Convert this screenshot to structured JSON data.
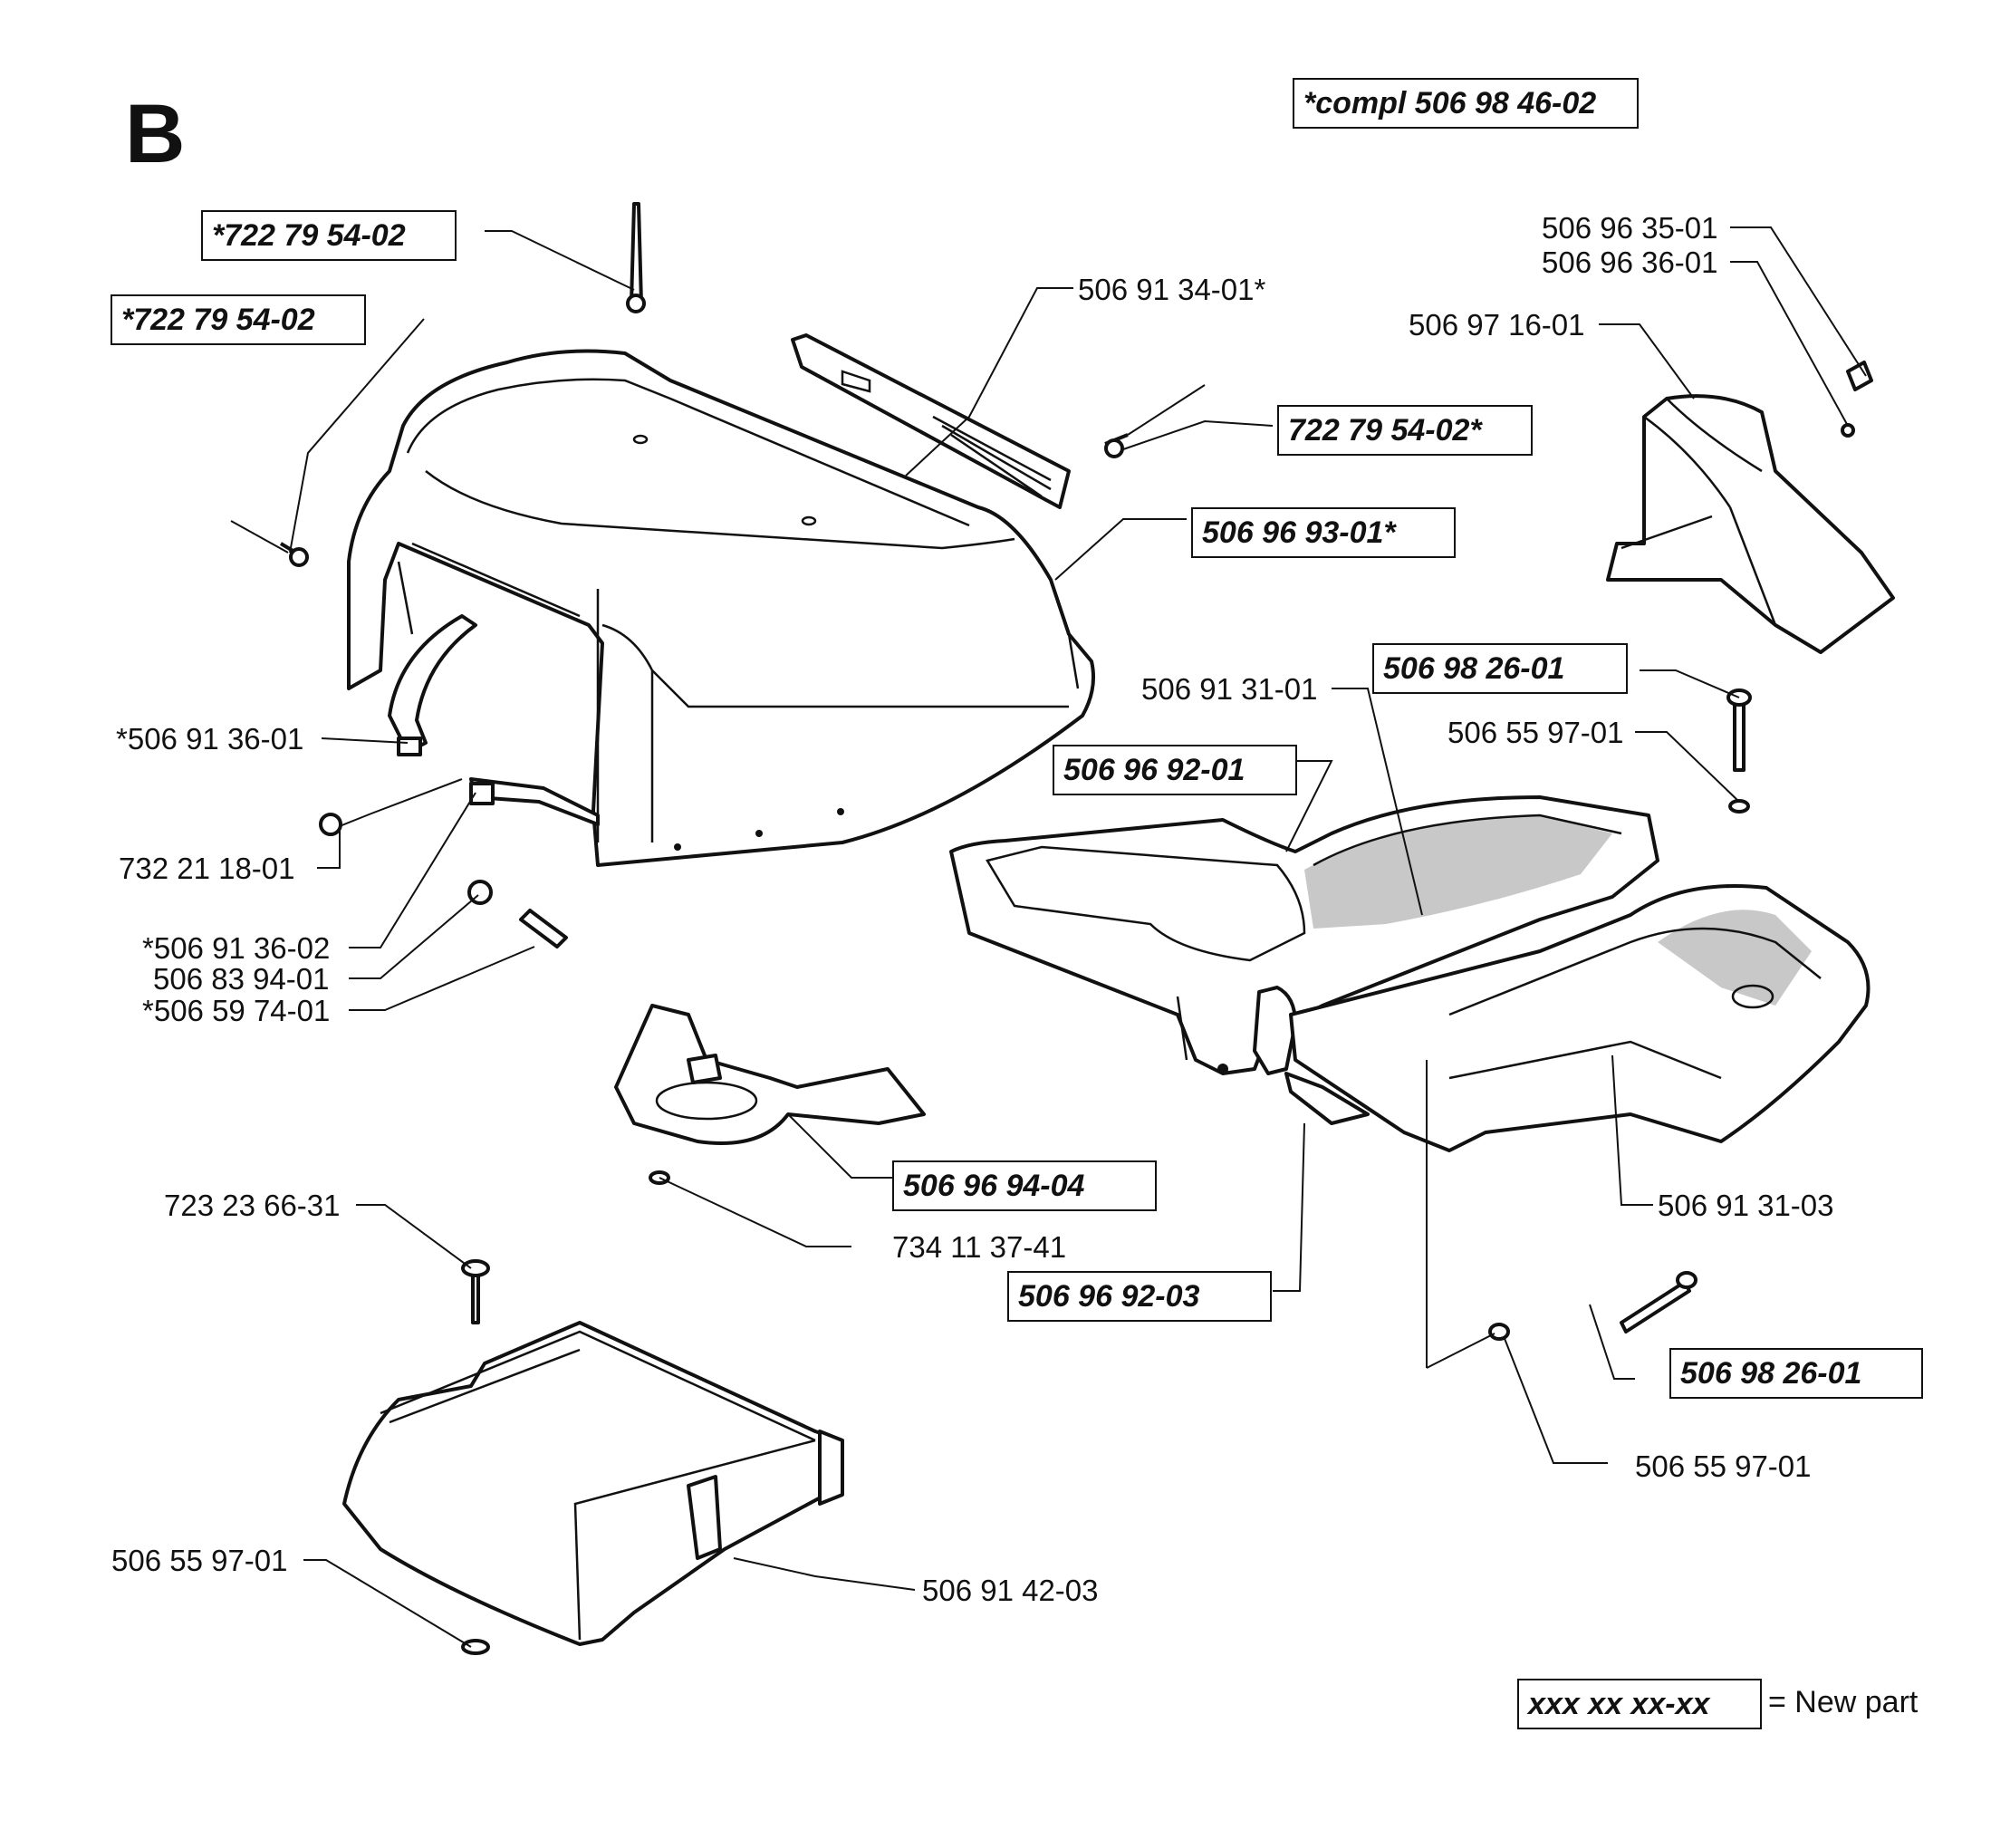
{
  "section_letter": "B",
  "complete_assembly": "*compl 506 98 46-02",
  "labels": {
    "l01": "*722 79 54-02",
    "l02": "*722 79 54-02",
    "l03": "506 91 34-01*",
    "l04": "722 79 54-02*",
    "l05": "506 96 93-01*",
    "l06": "506 96 35-01",
    "l07": "506 96 36-01",
    "l08": "506 97 16-01",
    "l09": "*506 91 36-01",
    "l10": "732 21 18-01",
    "l11": "*506 91 36-02",
    "l12": "506 83 94-01",
    "l13": "*506 59 74-01",
    "l14": "506 91 31-01",
    "l15": "506 98 26-01",
    "l16": "506 55 97-01",
    "l17": "506 96 92-01",
    "l18": "506 96 94-04",
    "l19": "734 11 37-41",
    "l20": "506 96 92-03",
    "l21": "506 91 31-03",
    "l22": "723 23 66-31",
    "l23": "506 98 26-01",
    "l24": "506 55 97-01",
    "l25": "506 55 97-01",
    "l26": "506 91 42-03"
  },
  "legend": {
    "sample": "xxx xx xx-xx",
    "meaning": "= New part"
  }
}
